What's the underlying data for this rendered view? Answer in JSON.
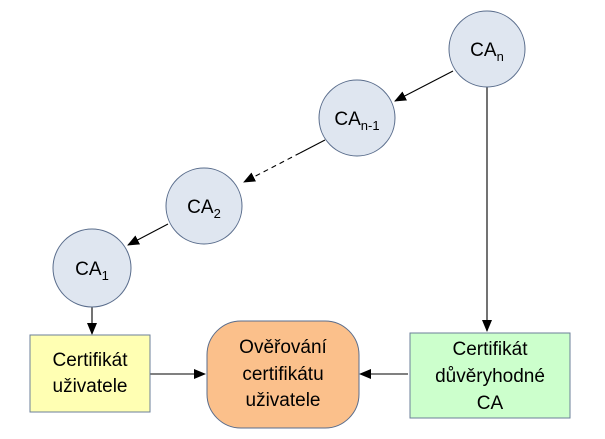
{
  "colors": {
    "ca_fill": "#dfe6f0",
    "cert_user_fill": "#ffffb3",
    "verify_fill": "#fbc08b",
    "trusted_fill": "#ccffcc",
    "stroke": "#5a6d8c",
    "box_stroke": "#6b7f99"
  },
  "nodes": {
    "ca_n": {
      "base": "CA",
      "sub": "n"
    },
    "ca_n1": {
      "base": "CA",
      "sub": "n-1"
    },
    "ca_2": {
      "base": "CA",
      "sub": "2"
    },
    "ca_1": {
      "base": "CA",
      "sub": "1"
    },
    "cert_user": {
      "lines": [
        "Certifikát",
        "uživatele"
      ]
    },
    "verify": {
      "lines": [
        "Ověřování",
        "certifikátu",
        "uživatele"
      ]
    },
    "cert_trusted": {
      "lines": [
        "Certifikát",
        "důvěryhodné",
        "CA"
      ]
    }
  }
}
